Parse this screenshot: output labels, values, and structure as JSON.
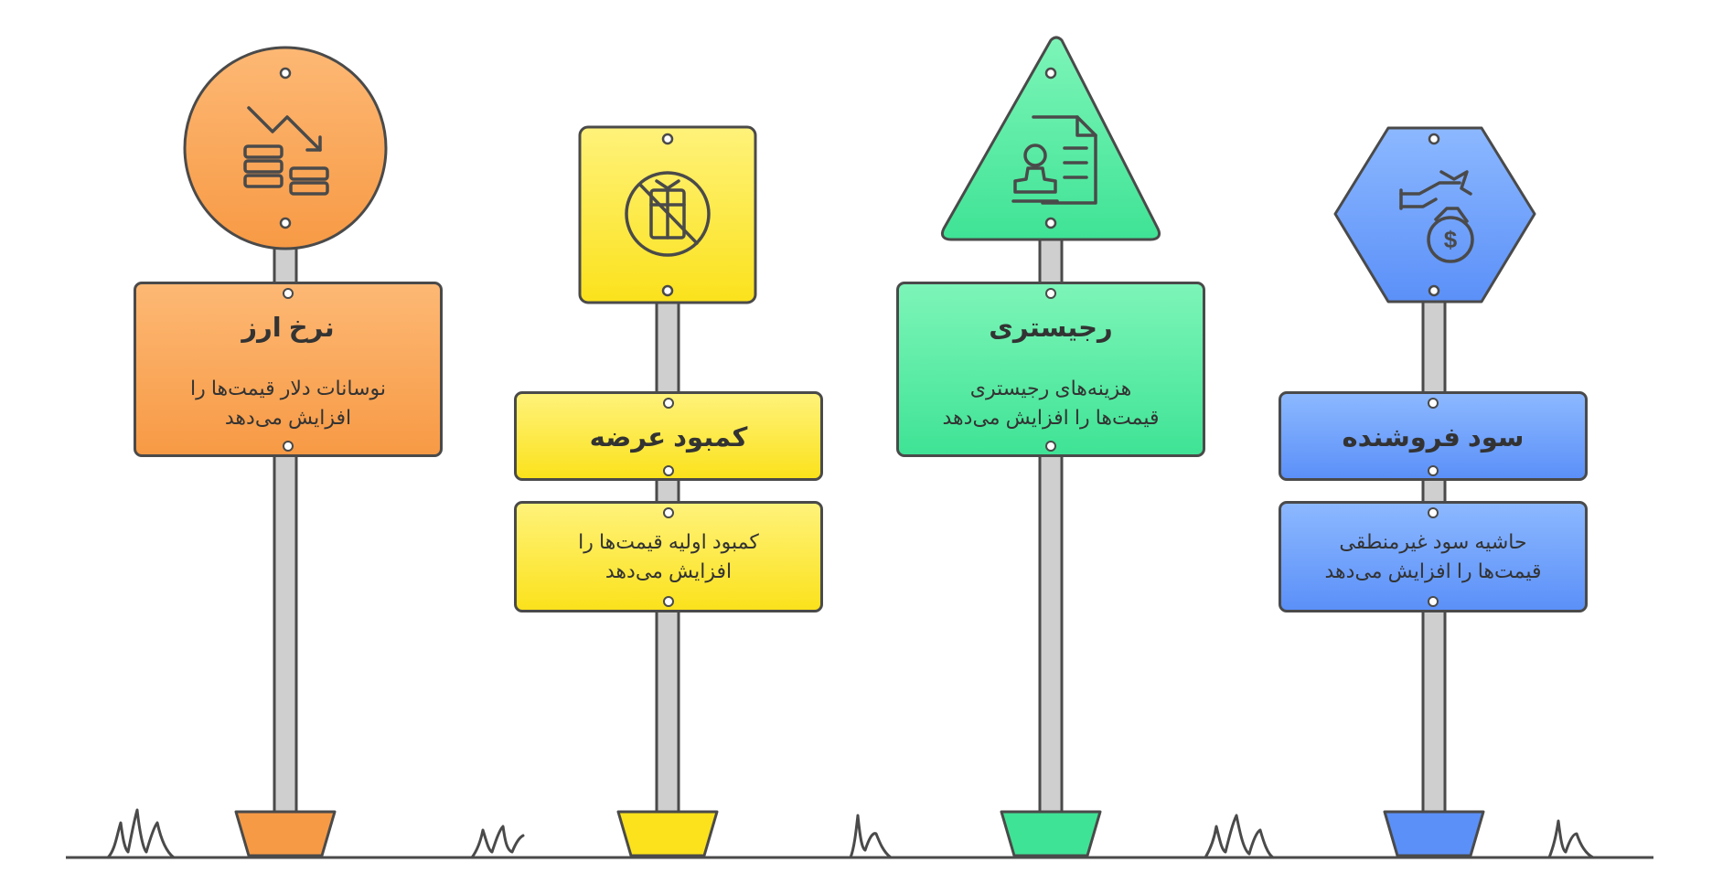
{
  "signs": [
    {
      "title": "نرخ ارز",
      "description": "نوسانات دلار قیمت‌ها را افزایش می‌دهد",
      "color": "#f79a45",
      "icon": "falling-money-icon"
    },
    {
      "title": "کمبود عرضه",
      "description": "کمبود اولیه قیمت‌ها را افزایش می‌دهد",
      "color": "#fbe21c",
      "icon": "no-stock-icon"
    },
    {
      "title": "رجیستری",
      "description": "هزینه‌های رجیستری قیمت‌ها را افزایش می‌دهد",
      "color": "#3fe395",
      "icon": "registration-document-icon"
    },
    {
      "title": "سود فروشنده",
      "description": "حاشیه سود غیرمنطقی قیمت‌ها را افزایش می‌دهد",
      "color": "#5b90f8",
      "icon": "money-bag-hand-icon"
    }
  ]
}
